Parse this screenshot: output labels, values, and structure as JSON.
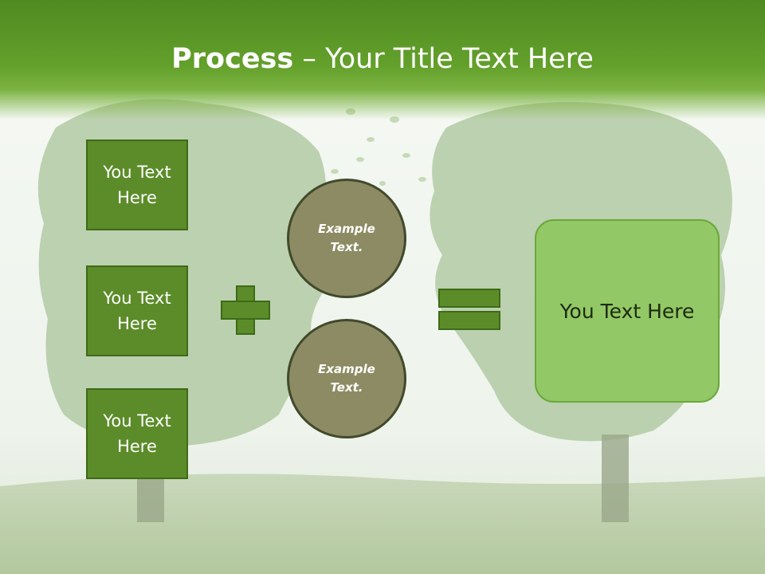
{
  "title": {
    "bold": "Process",
    "rest": " – Your Title Text Here"
  },
  "left_boxes": [
    {
      "text": "You Text Here"
    },
    {
      "text": "You Text Here"
    },
    {
      "text": "You Text Here"
    }
  ],
  "circles": [
    {
      "text": "Example Text."
    },
    {
      "text": "Example Text."
    }
  ],
  "result": {
    "text": "You Text Here"
  },
  "colors": {
    "title_band": "#5e9a29",
    "box_fill": "#5b8c29",
    "box_border": "#3e6a18",
    "circle_fill": "#8c8b63",
    "circle_border": "#414a2b",
    "result_fill": "#92c865"
  }
}
